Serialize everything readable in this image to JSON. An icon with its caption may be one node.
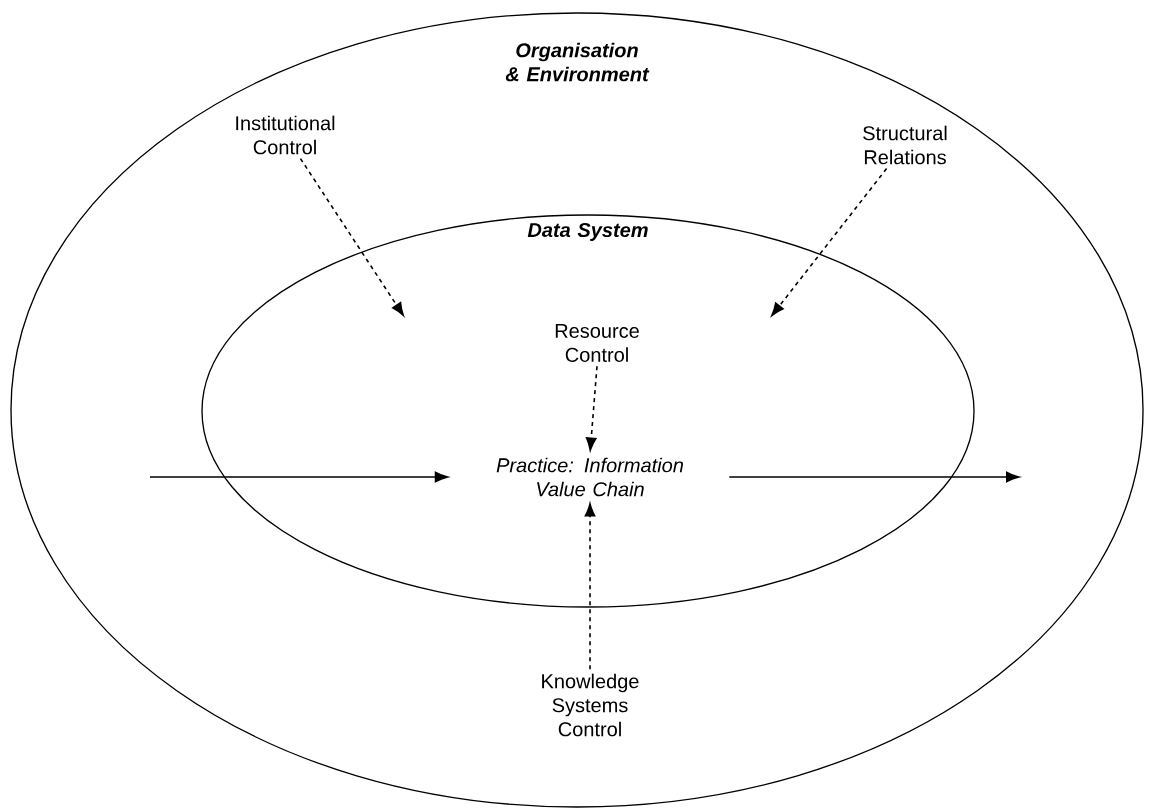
{
  "diagram": {
    "nodes": [
      {
        "text": [
          "Organisation & Environment"
        ]
      },
      {
        "text": [
          "Data System"
        ],
        "in": 0
      },
      {
        "text": [
          "Institutional Control"
        ],
        "in": 0
      },
      {
        "text": [
          "Structural Relations"
        ],
        "in": 0
      },
      {
        "text": [
          "Resource Control"
        ],
        "in": 1
      },
      {
        "text": [
          "Practice: Information Value Chain"
        ],
        "in": 1
      },
      {
        "text": [
          "Knowledge Systems Control"
        ],
        "in": 0
      }
    ],
    "edges": [
      {
        "from": 2,
        "to": null,
        "arrow": "to",
        "style": "dashed"
      },
      {
        "from": 3,
        "to": null,
        "arrow": "to",
        "style": "dashed"
      },
      {
        "from": 4,
        "to": 5,
        "arrow": "to",
        "style": "dashed"
      },
      {
        "from": 6,
        "to": 5,
        "arrow": "to",
        "style": "dashed"
      },
      {
        "from": null,
        "to": 5,
        "arrow": "to"
      },
      {
        "from": 5,
        "to": null,
        "arrow": "to"
      }
    ]
  }
}
